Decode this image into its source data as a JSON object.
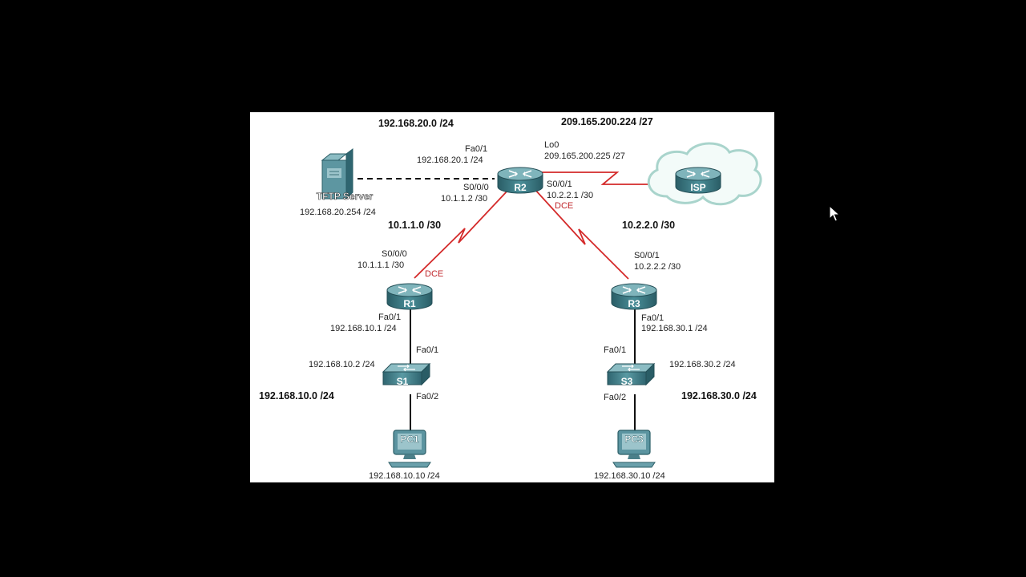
{
  "networks": {
    "lan20": "192.168.20.0 /24",
    "isp_net": "209.165.200.224 /27",
    "wan_r1r2": "10.1.1.0 /30",
    "wan_r2r3": "10.2.2.0 /30",
    "lan10": "192.168.10.0 /24",
    "lan30": "192.168.30.0 /24"
  },
  "devices": {
    "r1": "R1",
    "r2": "R2",
    "r3": "R3",
    "isp": "ISP",
    "s1": "S1",
    "s3": "S3",
    "pc1": "PC1",
    "pc3": "PC3",
    "tftp": "TFTP Server"
  },
  "interfaces": {
    "r2_fa01": "Fa0/1",
    "r2_fa01_ip": "192.168.20.1 /24",
    "r2_lo0": "Lo0",
    "r2_lo0_ip": "209.165.200.225 /27",
    "r2_s000": "S0/0/0",
    "r2_s000_ip": "10.1.1.2 /30",
    "r2_s001": "S0/0/1",
    "r2_s001_ip": "10.2.2.1 /30",
    "tftp_ip": "192.168.20.254 /24",
    "r1_s000": "S0/0/0",
    "r1_s000_ip": "10.1.1.1 /30",
    "r1_fa01": "Fa0/1",
    "r1_fa01_ip": "192.168.10.1 /24",
    "s1_fa01": "Fa0/1",
    "s1_ip": "192.168.10.2 /24",
    "s1_fa02": "Fa0/2",
    "pc1_ip": "192.168.10.10 /24",
    "r3_s001": "S0/0/1",
    "r3_s001_ip": "10.2.2.2 /30",
    "r3_fa01": "Fa0/1",
    "r3_fa01_ip": "192.168.30.1 /24",
    "s3_fa01": "Fa0/1",
    "s3_ip": "192.168.30.2 /24",
    "s3_fa02": "Fa0/2",
    "pc3_ip": "192.168.30.10 /24"
  },
  "dce": {
    "r1": "DCE",
    "r2": "DCE"
  },
  "colors": {
    "serial_link": "#d42a2a",
    "background": "#000000",
    "diagram_bg": "#ffffff",
    "router": "#3d7d86"
  },
  "icons": {
    "cursor": "mouse-pointer-icon"
  }
}
